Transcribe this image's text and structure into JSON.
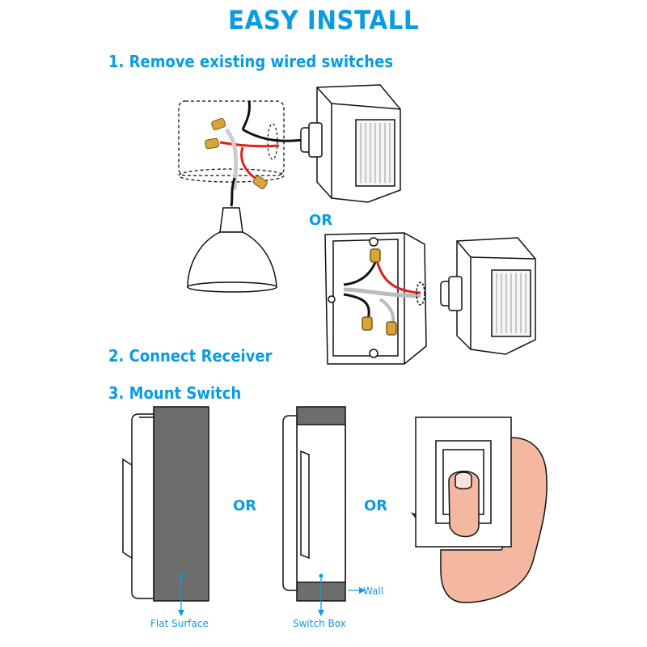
{
  "title": "EASY INSTALL",
  "steps": {
    "step1": "1. Remove existing wired switches",
    "step2": "2. Connect Receiver",
    "step3": "3. Mount Switch"
  },
  "or_labels": {
    "or_top": "OR",
    "or_mount_1": "OR",
    "or_mount_2": "OR"
  },
  "captions": {
    "flat_surface": "Flat Surface",
    "switch_box": "Switch Box",
    "wall": "Wall"
  },
  "colors": {
    "accent": "#0a9be0",
    "wire_red": "#e0201b",
    "wire_black": "#111111",
    "wire_nut": "#d9a43a",
    "wall_gray": "#6d6d6d",
    "skin": "#f4b8a0"
  }
}
